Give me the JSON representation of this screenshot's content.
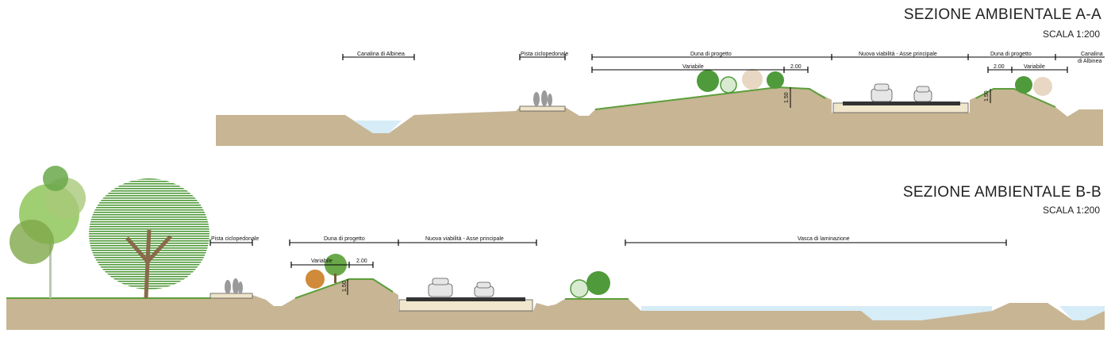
{
  "section_a": {
    "title": "SEZIONE AMBIENTALE A-A",
    "scale": "SCALA 1:200",
    "labels": {
      "canalina": "Canalina di Albinea",
      "pista": "Pista ciclopedonale",
      "duna": "Duna di progetto",
      "viabilita": "Nuova viabilità - Asse principale",
      "duna_right": "Duna di progetto",
      "canalina_right_1": "Canalina",
      "canalina_right_2": "di Albinea",
      "variabile": "Variabile",
      "dim_200": "2.00",
      "dim_200_right": "2.00",
      "variabile_right": "Variabile",
      "height_150": "1.50",
      "height_150_right": "1.50"
    }
  },
  "section_b": {
    "title": "SEZIONE AMBIENTALE B-B",
    "scale": "SCALA 1:200",
    "labels": {
      "pista": "Pista ciclopedonale",
      "duna": "Duna di progetto",
      "viabilita": "Nuova viabilità - Asse principale",
      "vasca": "Vasca di laminazione",
      "variabile": "Variabile",
      "dim_200": "2.00",
      "height_150": "1.50"
    }
  },
  "colors": {
    "ground": "#c7b594",
    "water": "#d6ecf6",
    "road": "#333333",
    "grass": "#5c9e3a",
    "tree_dark": "#3f8a2c",
    "tree_light": "#8fc65a"
  }
}
